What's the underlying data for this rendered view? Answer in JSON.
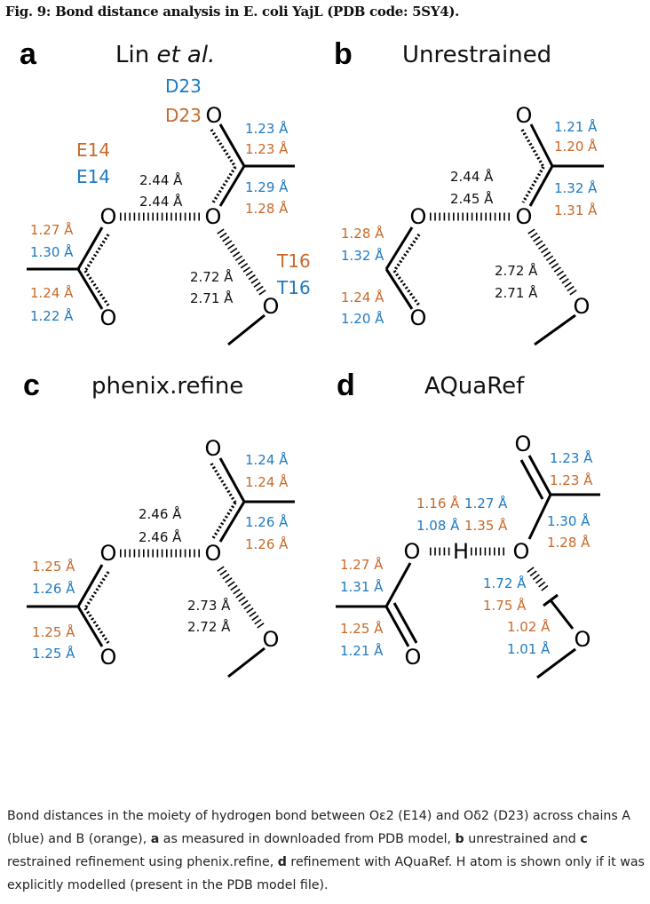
{
  "title": "Fig. 9: Bond distance analysis in E. coli YajL (PDB code: 5SY4).",
  "colors": {
    "chain_a": "#1f7ac0",
    "chain_b": "#c8692a"
  },
  "atoms": {
    "O": "O",
    "H": "H"
  },
  "panels": {
    "a": {
      "letter": "a",
      "title_prefix": "Lin ",
      "title_italic": "et al.",
      "residues": {
        "d23_a": "D23",
        "d23_b": "D23",
        "e14_b": "E14",
        "e14_a": "E14",
        "t16_b": "T16",
        "t16_a": "T16"
      },
      "labels": [
        "1.23 Å",
        "1.23 Å",
        "1.29 Å",
        "1.28 Å",
        "2.44 Å",
        "2.44 Å",
        "1.27 Å",
        "1.30 Å",
        "2.72 Å",
        "2.71 Å",
        "1.24 Å",
        "1.22 Å"
      ]
    },
    "b": {
      "letter": "b",
      "title": "Unrestrained",
      "labels": [
        "1.21 Å",
        "1.20 Å",
        "1.32 Å",
        "1.31 Å",
        "2.44 Å",
        "2.45 Å",
        "1.28 Å",
        "1.32 Å",
        "2.72 Å",
        "2.71 Å",
        "1.24 Å",
        "1.20 Å"
      ]
    },
    "c": {
      "letter": "c",
      "title": "phenix.refine",
      "labels": [
        "1.24 Å",
        "1.24 Å",
        "1.26 Å",
        "1.26 Å",
        "2.46 Å",
        "2.46 Å",
        "1.25 Å",
        "1.26 Å",
        "2.73 Å",
        "2.72 Å",
        "1.25 Å",
        "1.25 Å"
      ]
    },
    "d": {
      "letter": "d",
      "title": "AQuaRef",
      "labels": [
        "1.23 Å",
        "1.23 Å",
        "1.16 Å",
        "1.27 Å",
        "1.08 Å",
        "1.35 Å",
        "1.30 Å",
        "1.28 Å",
        "1.27 Å",
        "1.31 Å",
        "1.72 Å",
        "1.75 Å",
        "1.02 Å",
        "1.01 Å",
        "1.25 Å",
        "1.21 Å"
      ]
    }
  },
  "caption": {
    "s1": "Bond distances in the moiety of hydrogen bond between Oε2 (E14) and Oδ2 (D23) across chains A (blue) and B (orange), ",
    "a": "a",
    "s2": " as measured in downloaded from PDB model, ",
    "b": "b",
    "s3": " unrestrained and ",
    "c": "c",
    "s4": " restrained refinement using phenix.refine, ",
    "d": "d",
    "s5": " refinement with AQuaRef. H atom is shown only if it was explicitly modelled (present in the PDB model file)."
  }
}
